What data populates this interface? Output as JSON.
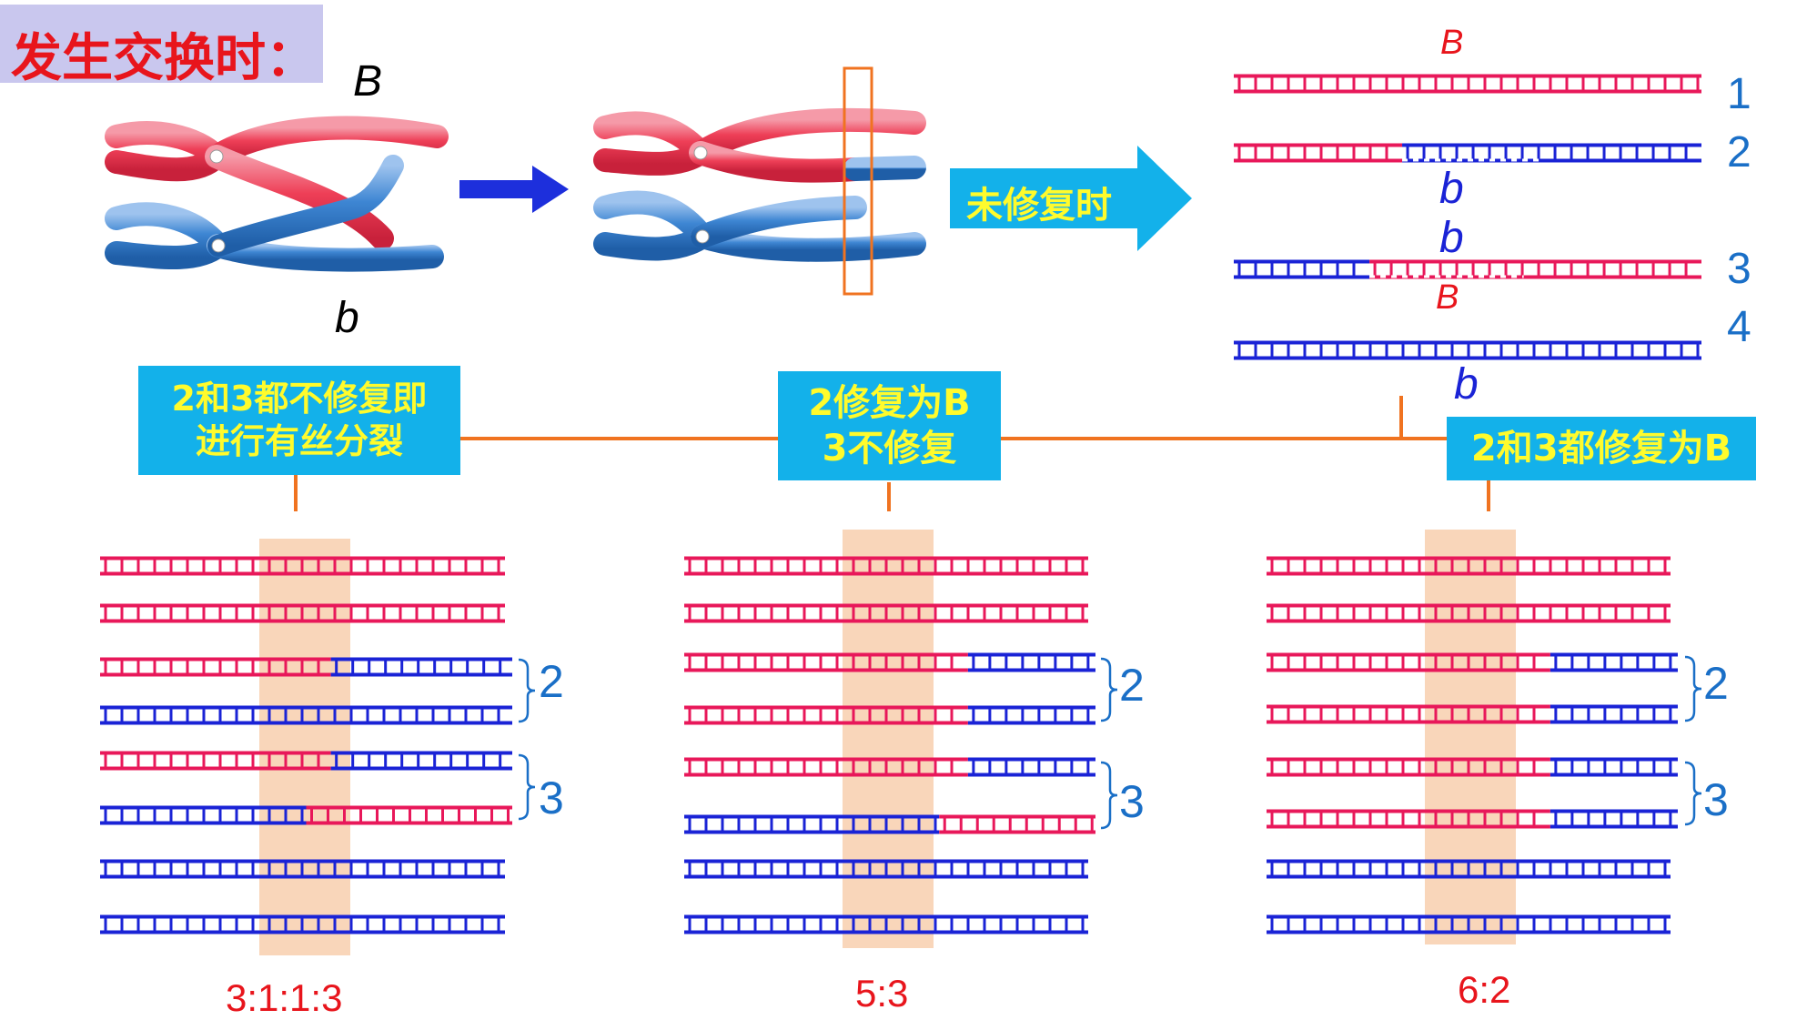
{
  "title": "发生交换时：",
  "alleles": {
    "top": "B",
    "bottom": "b"
  },
  "arrow_label": "未修复时",
  "strand_labels": {
    "s1_above": "B",
    "s2_below": "b",
    "s3_above": "b",
    "s3_below": "B",
    "s4_below": "b"
  },
  "strand_numbers": [
    "1",
    "2",
    "3",
    "4"
  ],
  "cases": [
    {
      "label_line1": "2和3都不修复即",
      "label_line2": "进行有丝分裂",
      "ratio": "3:1:1:3"
    },
    {
      "label_line1": "2修复为B",
      "label_line2": "3不修复",
      "ratio": "5:3"
    },
    {
      "label_line1": "2和3都修复为B",
      "label_line2": "",
      "ratio": "6:2"
    }
  ],
  "bracket_labels": [
    "2",
    "3"
  ],
  "colors": {
    "red": "#e8185a",
    "blue": "#1a23d6",
    "label_bg": "#13b1ea",
    "label_text": "#fffb2c",
    "title_bg": "#c9c7ee",
    "connector": "#f07320",
    "highlight": "#f8cfae"
  }
}
